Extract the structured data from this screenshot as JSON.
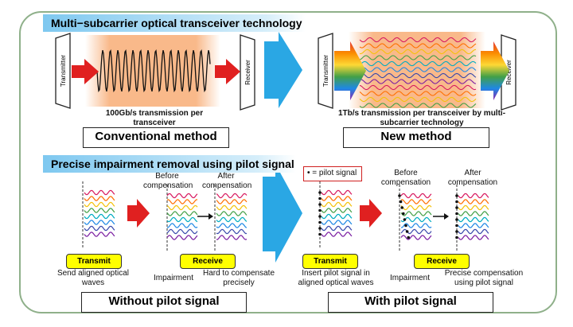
{
  "top_section": {
    "banner": "Multi−subcarrier optical transceiver technology",
    "transmitter_label": "Transmitter",
    "receiver_label": "Receiver",
    "conventional_caption": "100Gb/s transmission per transceiver",
    "new_caption": "1Tb/s transmission per transceiver by multi-subcarrier technology",
    "conventional_title": "Conventional method",
    "new_title": "New method"
  },
  "bottom_section": {
    "banner": "Precise impairment removal using pilot signal",
    "pilot_legend": "= pilot signal",
    "pilot_legend_marker": "•",
    "without": {
      "before_label": "Before compensation",
      "after_label": "After compensation",
      "transmit_button": "Transmit",
      "receive_button": "Receive",
      "transmit_note": "Send aligned optical waves",
      "impairment_note": "Impairment",
      "hard_note": "Hard to compensate precisely",
      "title": "Without pilot signal"
    },
    "with": {
      "before_label": "Before compensation",
      "after_label": "After compensation",
      "transmit_button": "Transmit",
      "receive_button": "Receive",
      "transmit_note": "Insert pilot signal in aligned optical waves",
      "impairment_note": "Impairment",
      "precise_note": "Precise compensation using pilot signal",
      "title": "With pilot signal"
    }
  },
  "colors": {
    "frame_border": "#8fb08a",
    "banner_blue": "#7ec8f0",
    "big_arrow": "#2aa7e4",
    "red_arrow": "#e02020",
    "button_yellow": "#ffff00",
    "panel_orange": "#f9b98a",
    "wave_palette": [
      "#d81b60",
      "#ff6f00",
      "#f4c20d",
      "#43a047",
      "#00acc1",
      "#1e88e5",
      "#3949ab",
      "#7b1fa2"
    ]
  }
}
